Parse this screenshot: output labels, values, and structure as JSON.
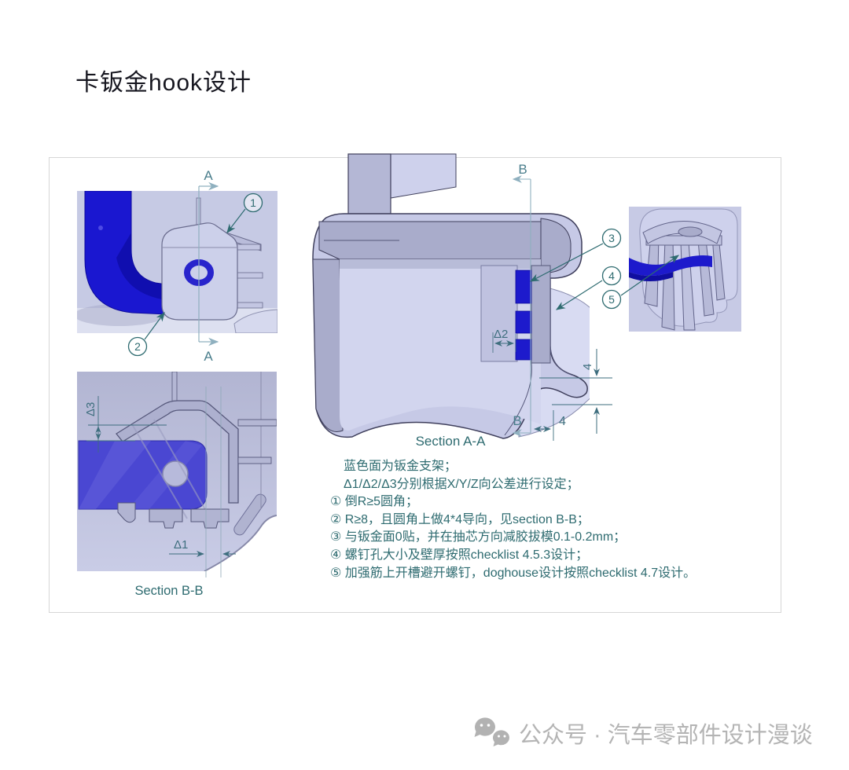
{
  "page": {
    "title": "卡钣金hook设计"
  },
  "views": {
    "top_left": {
      "section_letter_top": "A",
      "section_letter_bottom": "A",
      "callout_1": "1",
      "callout_2": "2"
    },
    "section_bb": {
      "caption": "Section B-B",
      "dim_delta3": "Δ3",
      "dim_delta1": "Δ1"
    },
    "section_aa": {
      "caption": "Section A-A",
      "section_letter_top": "B",
      "section_letter_bottom": "B",
      "dim_delta2": "Δ2",
      "dim_4_vertical": "4",
      "dim_4_horizontal": "4",
      "callout_3": "3",
      "callout_4": "4",
      "callout_5": "5"
    }
  },
  "notes": {
    "lines": [
      "蓝色面为钣金支架；",
      "Δ1/Δ2/Δ3分别根据X/Y/Z向公差进行设定；",
      "① 倒R≥5圆角；",
      "② R≥8，且圆角上做4*4导向，见section B-B；",
      "③ 与钣金面0贴，并在抽芯方向减胶拔模0.1-0.2mm；",
      "④ 螺钉孔大小及壁厚按照checklist 4.5.3设计；",
      "⑤ 加强筋上开槽避开螺钉，doghouse设计按照checklist 4.7设计。"
    ]
  },
  "watermark": {
    "icon": "wechat-icon",
    "label": "公众号 · 汽车零部件设计漫谈"
  },
  "colors": {
    "sheetmetal_blue": "#1d1acc",
    "bracket_plate_blue": "#4a47d2",
    "annotation_teal": "#2e6b70",
    "dimension_slate": "#3e6e7e",
    "section_line": "#8fb0bf",
    "part_lavender": "#c6c9e6",
    "part_cut_face": "#a9accb",
    "watermark_gray": "#b4b4b4"
  }
}
